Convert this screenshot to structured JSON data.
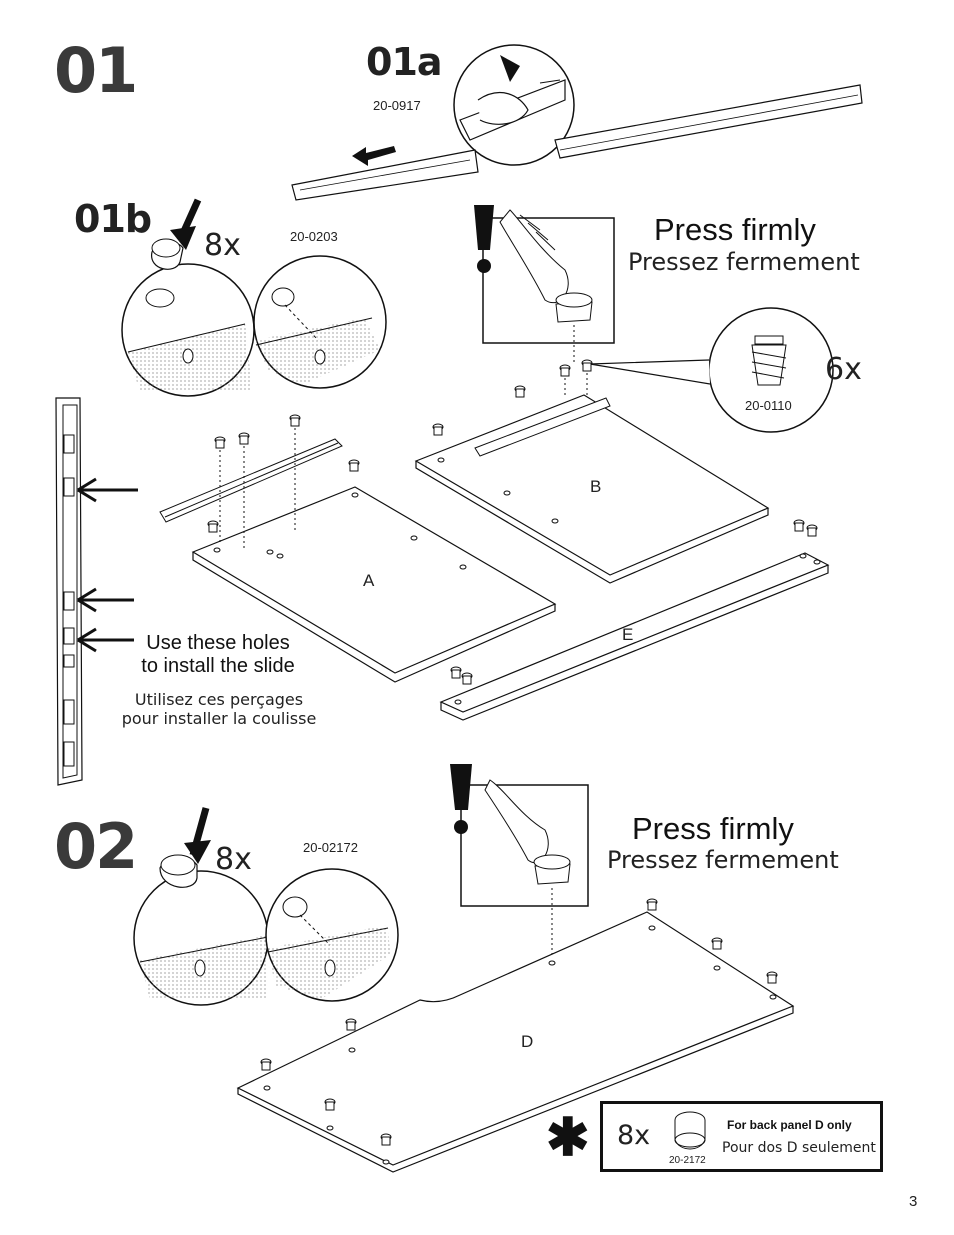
{
  "step1": {
    "number": "01",
    "sub_a": {
      "label": "01a",
      "part_code": "20-0917"
    },
    "sub_b": {
      "label": "01b",
      "quantity": "8x",
      "part_code": "20-0203"
    },
    "press": {
      "en": "Press firmly",
      "fr": "Pressez fermement"
    },
    "cam_callout": {
      "quantity": "6x",
      "part_code": "20-0110"
    },
    "panels": {
      "a": "A",
      "b": "B",
      "e": "E"
    },
    "slide_note": {
      "en_line1": "Use these holes",
      "en_line2": "to install the slide",
      "fr_line1": "Utilisez ces perçages",
      "fr_line2": "pour installer la coulisse"
    }
  },
  "step2": {
    "number": "02",
    "quantity": "8x",
    "part_code": "20-02172",
    "press": {
      "en": "Press firmly",
      "fr": "Pressez fermement"
    },
    "panels": {
      "d": "D"
    },
    "note": {
      "symbol": "✱",
      "quantity": "8x",
      "part_code": "20-2172",
      "en": "For back panel  D  only",
      "fr": "Pour dos D seulement"
    }
  },
  "page_number": "3",
  "colors": {
    "ink": "#111111",
    "step_gray": "#3a3a3a"
  }
}
